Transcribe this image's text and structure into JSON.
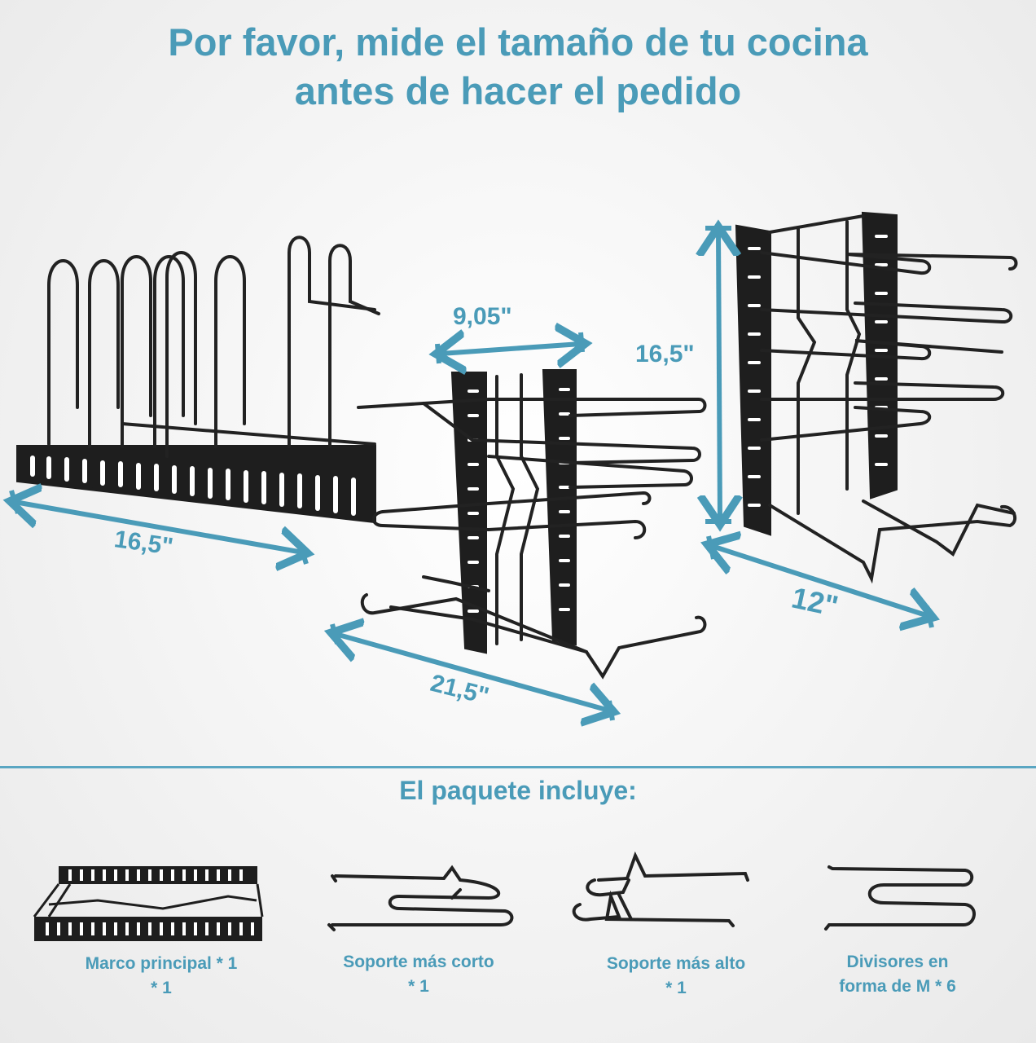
{
  "title": {
    "line1": "Por favor, mide el tamaño de tu cocina",
    "line2": "antes de hacer el pedido"
  },
  "dimensions": {
    "left_width": "16,5\"",
    "middle_top": "9,05\"",
    "middle_bottom": "21,5\"",
    "right_height": "16,5\"",
    "right_bottom": "12\""
  },
  "package": {
    "title": "El paquete incluye:",
    "items": [
      {
        "line1": "Marco principal * 1",
        "line2": "* 1"
      },
      {
        "line1": "Soporte más corto",
        "line2": "* 1"
      },
      {
        "line1": "Soporte más alto",
        "line2": "* 1"
      },
      {
        "line1": "Divisores en",
        "line2": "forma de M * 6"
      }
    ]
  },
  "colors": {
    "accent": "#4a9bb8",
    "product": "#1e1e1e",
    "background": "#f3f3f3"
  }
}
